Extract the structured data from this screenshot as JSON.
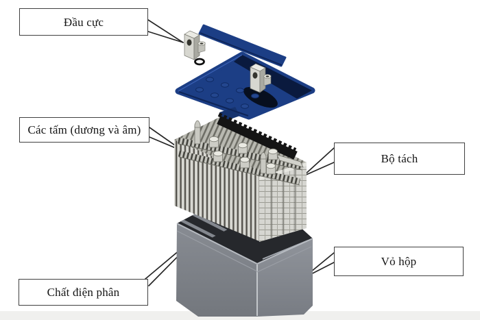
{
  "diagram": {
    "title": "Battery exploded-view diagram",
    "callouts": {
      "terminal": "Đầu cực",
      "plates": "Các tấm (dương và âm)",
      "separator": "Bộ tách",
      "electrolyte": "Chất điện phân",
      "case": "Vỏ hộp"
    },
    "colors": {
      "cover_blue": "#1c3e85",
      "cover_dark_blue": "#0a1a3e",
      "metal_gray": "#d7d7d0",
      "plate_gray": "#d8d8d2",
      "plate_gap": "#55534d",
      "case_gray": "#84888f",
      "footer_strip": "#f0f0ee",
      "outline": "#262626",
      "background": "#ffffff"
    }
  }
}
